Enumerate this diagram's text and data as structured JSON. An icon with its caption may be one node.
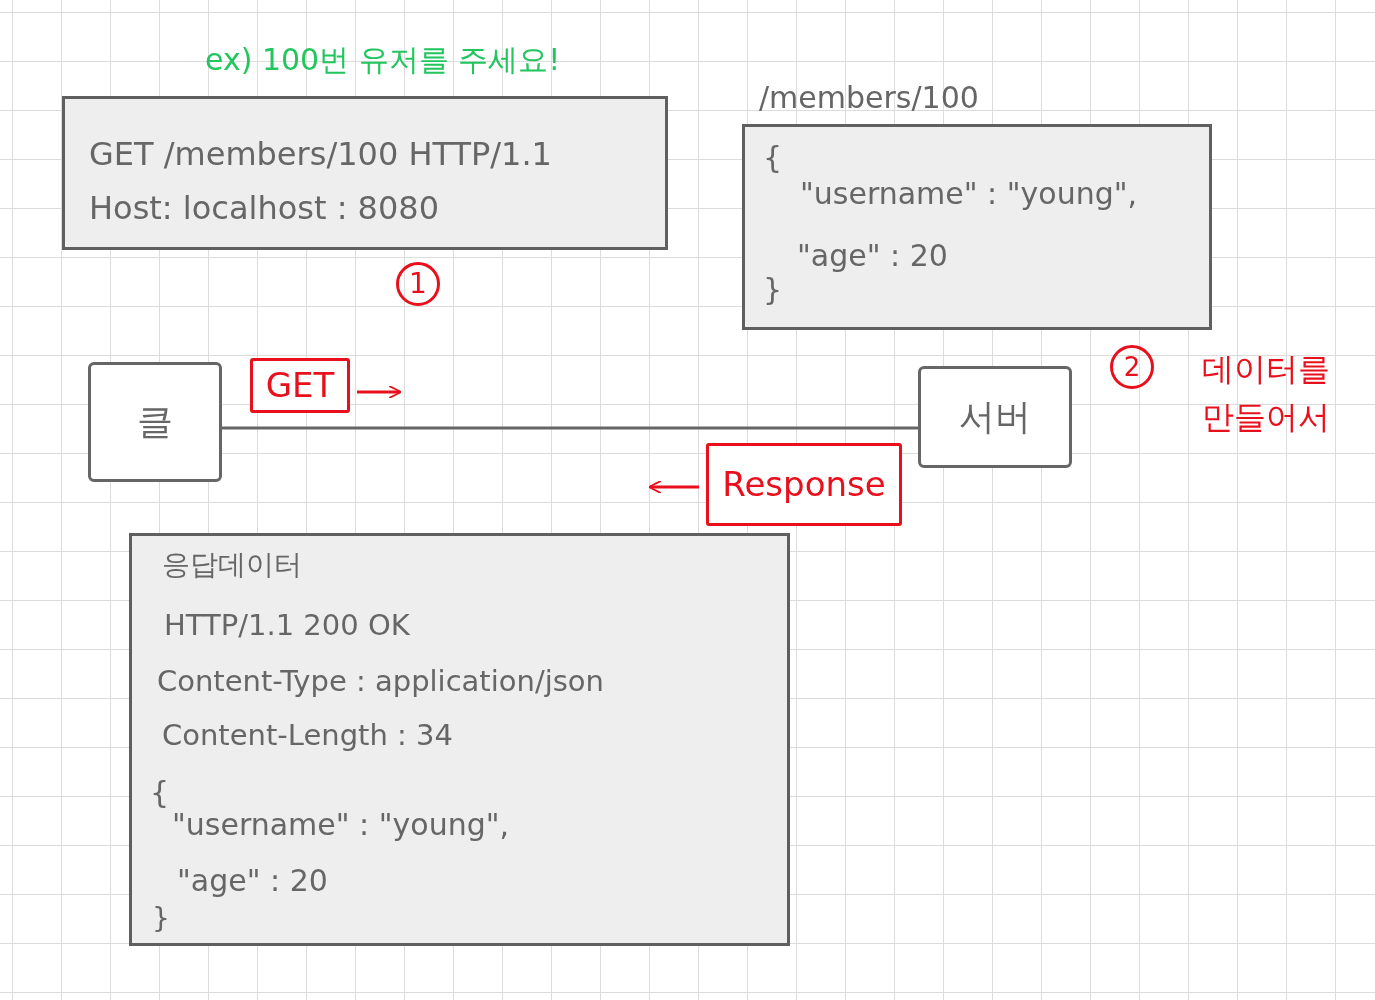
{
  "diagram": {
    "nodes": [
      {
        "text": [
          "GET /members/100 HTTP/1.1",
          "Host: localhost : 8080"
        ]
      },
      {
        "text": [
          "/members/100",
          "{",
          "\"username\" : \"young\",",
          "\"age\" : 20",
          "}"
        ]
      },
      {
        "text": [
          "클"
        ]
      },
      {
        "text": [
          "서버"
        ]
      },
      {
        "text": [
          "GET"
        ]
      },
      {
        "text": [
          "Response"
        ]
      },
      {
        "text": [
          "응답데이터",
          "HTTP/1.1 200 OK",
          "Content-Type : application/json",
          "Content-Length : 34",
          "{",
          "\"username\" : \"young\",",
          "\"age\" : 20",
          "}"
        ]
      }
    ],
    "edges": [
      {
        "from": 2,
        "to": 3,
        "arrow": "none",
        "color": "#666666"
      },
      {
        "from": 4,
        "to": null,
        "arrow": "to",
        "color": "#e8101c"
      },
      {
        "from": 5,
        "to": null,
        "arrow": "to",
        "color": "#e8101c"
      }
    ],
    "labels": [
      "ex) 100번 유저를 주세요!",
      "1",
      "2",
      "데이터를 만들어서"
    ]
  }
}
